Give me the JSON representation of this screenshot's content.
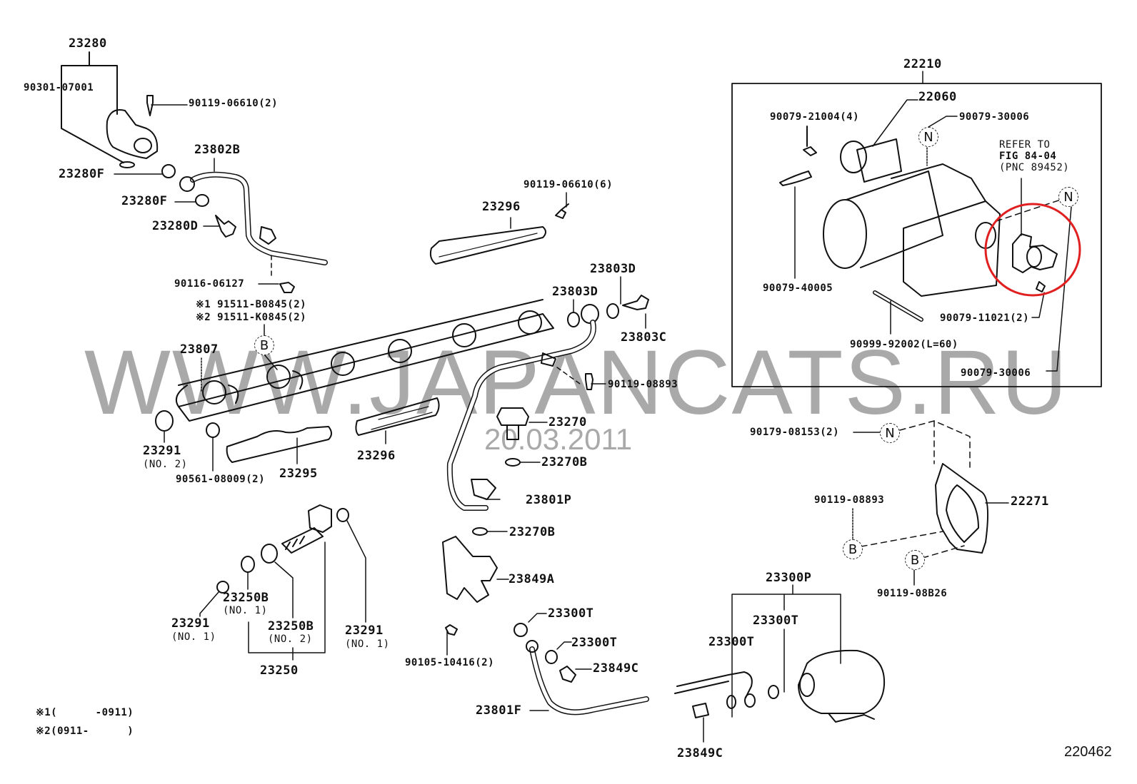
{
  "diagram": {
    "figure_number": "220462",
    "watermark": {
      "url": "WWW.JAPANCATS.RU",
      "date": "20.03.2011"
    },
    "highlight_color": "#e02020",
    "labels": {
      "l23280": "23280",
      "l90301": "90301-07001",
      "l90119_06610_2": "90119-06610(2)",
      "l23802B": "23802B",
      "l23280F_a": "23280F",
      "l23280F_b": "23280F",
      "l23280D": "23280D",
      "l90116": "90116-06127",
      "l91511_1": "※1 91511-B0845(2)",
      "l91511_2": "※2 91511-K0845(2)",
      "l23807": "23807",
      "l23291_no2": "23291",
      "l23291_no2_sub": "(NO. 2)",
      "l90561": "90561-08009(2)",
      "l23295": "23295",
      "l23296_a": "23296",
      "l23296_b": "23296",
      "l90119_06610_6": "90119-06610(6)",
      "l23803D_a": "23803D",
      "l23803D_b": "23803D",
      "l23803C": "23803C",
      "l90119_08893_a": "90119-08893",
      "l23270": "23270",
      "l23270B_a": "23270B",
      "l23801P": "23801P",
      "l23270B_b": "23270B",
      "l23849A": "23849A",
      "l23300T_a": "23300T",
      "l23300T_b": "23300T",
      "l23849C_a": "23849C",
      "l90105": "90105-10416(2)",
      "l23801F": "23801F",
      "l23291_a": "23291",
      "l23291_a_sub": "(NO. 1)",
      "l23250B_1": "23250B",
      "l23250B_1_sub": "(NO. 1)",
      "l23250B_2": "23250B",
      "l23250B_2_sub": "(NO. 2)",
      "l23291_b": "23291",
      "l23291_b_sub": "(NO. 1)",
      "l23250": "23250",
      "l22210": "22210",
      "l22060": "22060",
      "l90079_21004": "90079-21004(4)",
      "l90079_30006_a": "90079-30006",
      "l_refer1": "REFER TO",
      "l_refer2": "FIG 84-04",
      "l_refer3": "(PNC 89452)",
      "l90079_40005": "90079-40005",
      "l90079_11021": "90079-11021(2)",
      "l90999": "90999-92002(L=60)",
      "l90079_30006_b": "90079-30006",
      "l90179": "90179-08153(2)",
      "l90119_08893_b": "90119-08893",
      "l22271": "22271",
      "l90119_08B26": "90119-08B26",
      "l23300P": "23300P",
      "l23300T_c": "23300T",
      "l23300T_d": "23300T",
      "l23849C_b": "23849C"
    },
    "callouts": {
      "B": "B",
      "N": "N"
    },
    "notes": {
      "note1": "※1(      -0911)",
      "note2": "※2(0911-      )"
    }
  }
}
